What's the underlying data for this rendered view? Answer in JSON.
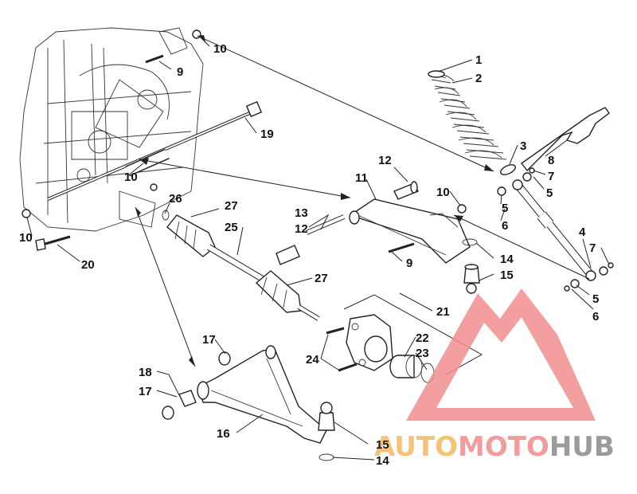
{
  "diagram": {
    "callouts": [
      {
        "id": "c1",
        "text": "1"
      },
      {
        "id": "c2",
        "text": "2"
      },
      {
        "id": "c3",
        "text": "3"
      },
      {
        "id": "c4",
        "text": "4"
      },
      {
        "id": "c5a",
        "text": "5"
      },
      {
        "id": "c5b",
        "text": "5"
      },
      {
        "id": "c5c",
        "text": "5"
      },
      {
        "id": "c6a",
        "text": "6"
      },
      {
        "id": "c6b",
        "text": "6"
      },
      {
        "id": "c7a",
        "text": "7"
      },
      {
        "id": "c7b",
        "text": "7"
      },
      {
        "id": "c8",
        "text": "8"
      },
      {
        "id": "c9a",
        "text": "9"
      },
      {
        "id": "c9b",
        "text": "9"
      },
      {
        "id": "c10a",
        "text": "10"
      },
      {
        "id": "c10b",
        "text": "10"
      },
      {
        "id": "c10c",
        "text": "10"
      },
      {
        "id": "c10d",
        "text": "10"
      },
      {
        "id": "c11",
        "text": "11"
      },
      {
        "id": "c12a",
        "text": "12"
      },
      {
        "id": "c12b",
        "text": "12"
      },
      {
        "id": "c13",
        "text": "13"
      },
      {
        "id": "c14a",
        "text": "14"
      },
      {
        "id": "c14b",
        "text": "14"
      },
      {
        "id": "c15a",
        "text": "15"
      },
      {
        "id": "c15b",
        "text": "15"
      },
      {
        "id": "c16",
        "text": "16"
      },
      {
        "id": "c17a",
        "text": "17"
      },
      {
        "id": "c17b",
        "text": "17"
      },
      {
        "id": "c18",
        "text": "18"
      },
      {
        "id": "c19",
        "text": "19"
      },
      {
        "id": "c20",
        "text": "20"
      },
      {
        "id": "c21",
        "text": "21"
      },
      {
        "id": "c22",
        "text": "22"
      },
      {
        "id": "c23",
        "text": "23"
      },
      {
        "id": "c24",
        "text": "24"
      },
      {
        "id": "c25",
        "text": "25"
      },
      {
        "id": "c26",
        "text": "26"
      },
      {
        "id": "c27a",
        "text": "27"
      },
      {
        "id": "c27b",
        "text": "27"
      }
    ]
  },
  "watermark": {
    "part1": "AUTO",
    "part2": "MOTO",
    "part3": "HUB",
    "color_auto": "#f4b860",
    "color_moto": "#f08c8c",
    "color_hub": "#8a8a8a",
    "logo_color": "#f28f8f"
  }
}
